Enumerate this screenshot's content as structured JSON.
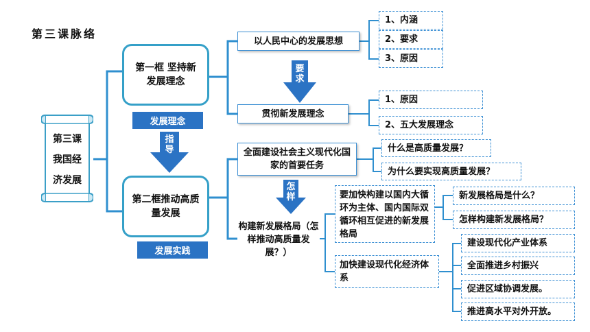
{
  "title": "第三课脉络",
  "root": {
    "line1": "第三课",
    "line2": "我国经",
    "line3": "济发展"
  },
  "frame1": {
    "label": "第一框 坚持新发展理念",
    "tag": "发展理念"
  },
  "frame2": {
    "label": "第二框推动高质量发展",
    "tag": "发展实践"
  },
  "link_arrow": "指导",
  "topic1": {
    "label": "以人民中心的发展思想",
    "items": [
      "1、内涵",
      "2、要求",
      "3、原因"
    ]
  },
  "arrow_yaoqiu": "要求",
  "topic2": {
    "label": "贯彻新发展理念",
    "items": [
      "1、原因",
      "2、五大发展理念"
    ]
  },
  "topic3": {
    "label": "全面建设社会主义现代化国家的首要任务",
    "items": [
      "什么是高质量发展？",
      "为什么要实现高质量发展？"
    ]
  },
  "arrow_zenyang": "怎样",
  "topic4": {
    "label": "构建新发展格局（怎样推动高质量发展？）",
    "sub1": {
      "label": "要加快构建以国内大循环为主体、国内国际双循环相互促进的新发展格局",
      "items": [
        "新发展格局是什么？",
        "怎样构建新发展格局？"
      ]
    },
    "sub2": {
      "label": "加快建设现代化经济体系",
      "items": [
        "建设现代化产业体系",
        "全面推进乡村振兴",
        "促进区域协调发展。",
        "推进高水平对外开放。"
      ]
    }
  },
  "colors": {
    "box_border": "#35a0c8",
    "tag_bg": "#2b73c4",
    "arrow": "#2b73c4",
    "line": "#2f8fcf"
  }
}
